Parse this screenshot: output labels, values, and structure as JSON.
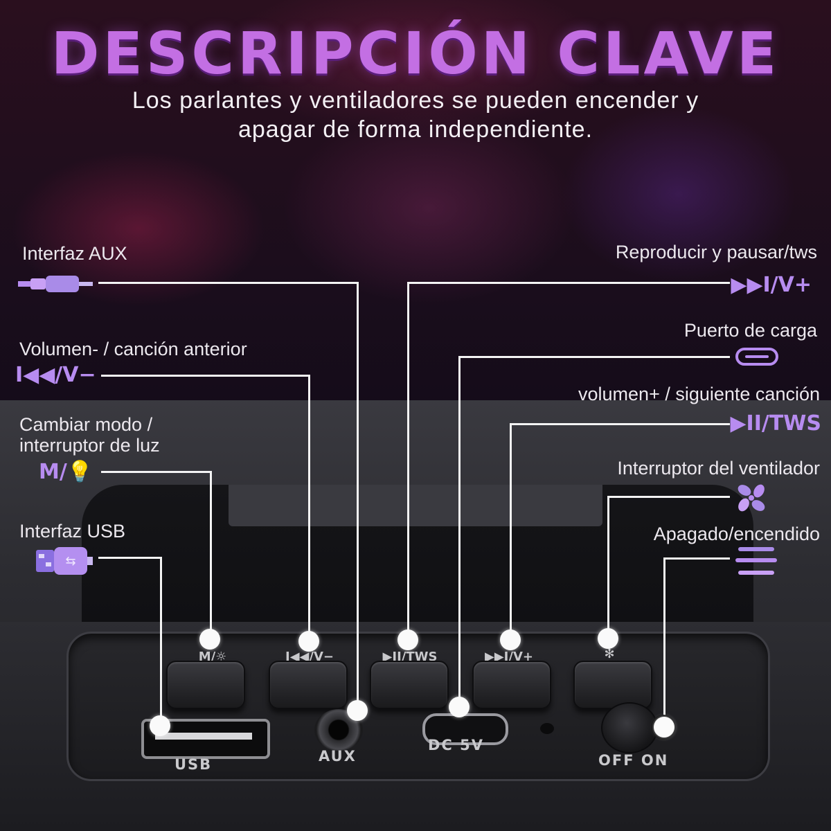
{
  "header": {
    "title": "DESCRIPCIÓN CLAVE",
    "subtitle_line1": "Los parlantes y ventiladores se pueden encender y",
    "subtitle_line2": "apagar de forma independiente."
  },
  "callouts_left": [
    {
      "label": "Interfaz AUX",
      "icon": "aux-plug-icon"
    },
    {
      "label": "Volumen- / canción anterior",
      "icon_text": "I◀◀/V−"
    },
    {
      "label_line1": "Cambiar modo /",
      "label_line2": "interruptor de luz",
      "icon_text": "M/💡"
    },
    {
      "label": "Interfaz USB",
      "icon": "usb-plug-icon"
    }
  ],
  "callouts_right": [
    {
      "label": "Reproducir y pausar/tws",
      "icon_text": "▶▶I/V+"
    },
    {
      "label": "Puerto de carga",
      "icon": "usb-c-port-icon"
    },
    {
      "label": "volumen+ / siguiente canción",
      "icon_text": "▶II/TWS"
    },
    {
      "label": "Interruptor del ventilador",
      "icon": "fan-icon"
    },
    {
      "label": "Apagado/encendido",
      "icon": "power-switch-icon"
    }
  ],
  "device": {
    "buttons": [
      "M/☼",
      "I◀◀/V−",
      "▶II/TWS",
      "▶▶I/V+",
      "✻"
    ],
    "ports": {
      "usb": "USB",
      "aux": "AUX",
      "dc": "DC 5V",
      "switch": "OFF ON"
    }
  },
  "colors": {
    "accent": "#b78cf0",
    "title": "#c36fe3",
    "lines": "#f4f4f4"
  }
}
